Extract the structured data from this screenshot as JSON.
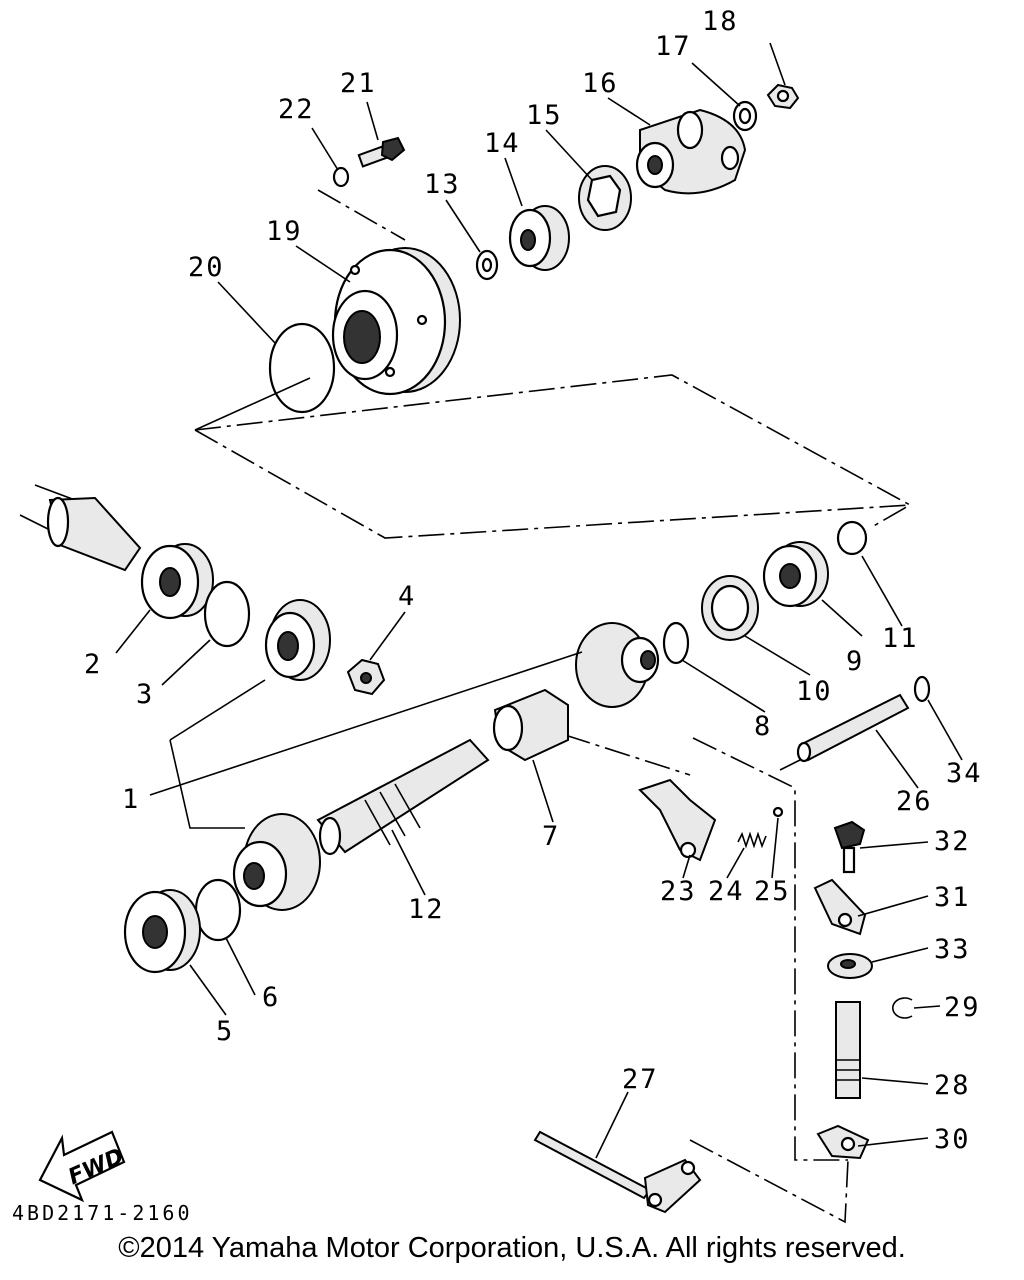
{
  "callouts": {
    "c1": "1",
    "c2": "2",
    "c3": "3",
    "c4": "4",
    "c5": "5",
    "c6": "6",
    "c7": "7",
    "c8": "8",
    "c9": "9",
    "c10": "10",
    "c11": "11",
    "c12": "12",
    "c13": "13",
    "c14": "14",
    "c15": "15",
    "c16": "16",
    "c17": "17",
    "c18": "18",
    "c19": "19",
    "c20": "20",
    "c21": "21",
    "c22": "22",
    "c23": "23",
    "c24": "24",
    "c25": "25",
    "c26": "26",
    "c27": "27",
    "c28": "28",
    "c29": "29",
    "c30": "30",
    "c31": "31",
    "c32": "32",
    "c33": "33",
    "c34": "34"
  },
  "fwd_label": "FWD",
  "part_code": "4BD2171-2160",
  "copyright": "©2014 Yamaha Motor Corporation, U.S.A. All rights reserved."
}
